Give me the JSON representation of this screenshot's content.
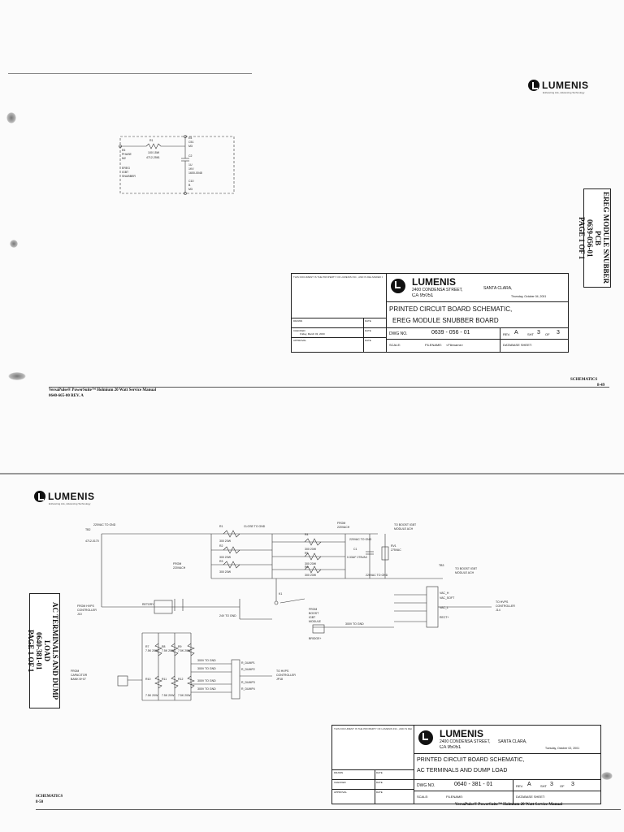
{
  "page1": {
    "logo": {
      "name": "LUMENIS",
      "tagline": "Enhancing Life, Advancing Technology"
    },
    "side_label": {
      "line1": "EREG MODULE SNUBBER PCB",
      "line2": "0639-056-01",
      "line3": "PAGE 1 OF 1"
    },
    "schematic": {
      "labels": [
        "R1",
        "100  15W",
        "4712-2561",
        "E6",
        "PHASE",
        "M2",
        "EREG",
        "IGBT",
        "SNUBBER",
        "E5",
        "C51",
        "M3",
        "C2",
        "1U",
        "1KV",
        "1600-0048",
        "C10",
        "B",
        "M3"
      ]
    },
    "title_block": {
      "notice": "THIS DOCUMENT IS THE PROPERTY OF LUMENIS INC., AND IS DELIVERED ON THE EXPRESS CONDITION THAT IT IS NOT TO BE DISCLOSED, REPRODUCED IN WHOLE OR IN PART, OR USED FOR MANUFACTURE FOR ANYONE OTHER THAN LUMENIS INC. WITHOUT ITS WRITTEN CONSENT, AND THAT NO RIGHT IS GRANTED TO DISCLOSE OR SO USE ANY INFORMATION CONTAINED IN SAID DOCUMENT. THIS RESTRICTION DOES NOT LIMIT THE RIGHT TO USE INFORMATION OBTAINED FROM ANOTHER SOURCE.",
      "company": "LUMENIS",
      "address1": "2400 CONDENSA STREET,",
      "city": "SANTA CLARA,",
      "address2": "CA  95051",
      "date_printed": "Thursday, October 04, 2001",
      "drawn_label": "DRAWN",
      "date_label": "DATE",
      "checked_label": "CHECKED",
      "checked_date": "Friday, March 03, 2000",
      "approval_label": "APPROVAL",
      "title1": "PRINTED CIRCUIT BOARD SCHEMATIC,",
      "title2": "EREG MODULE SNUBBER BOARD",
      "dwg_label": "DWG NO.",
      "dwg_no": "0639 - 056 - 01",
      "rev_label": "REV.",
      "rev": "A",
      "sht_label": "SHT",
      "sht": "3",
      "of_label": "OF",
      "of": "3",
      "scale_label": "SCALE:",
      "filename_label": "FILENAME:",
      "filename": "<Filename>",
      "database_label": "DATABASE SHEET:"
    },
    "footer_left1": "VersaPulse® PowerSuite™ Holmium 20 Watt Service Manual",
    "footer_left2": "0640-665-00  REV. A",
    "footer_right1": "SCHEMATICS",
    "footer_right2": "8-49"
  },
  "page2": {
    "logo": {
      "name": "LUMENIS",
      "tagline": "Enhancing Life, Advancing Technology"
    },
    "side_label": {
      "line1": "AC TERMINALS AND DUMP LOAD",
      "line2": "0640-381-01",
      "line3": "PAGE 1 OF 1"
    },
    "schematic": {
      "labels": [
        "220VAC TO GND",
        "TB2",
        "4712-0170",
        "R1",
        "300 20W",
        "R2",
        "300 20W",
        "R3",
        "300 20W",
        "FROM",
        "220VACH",
        "CLOSE TO GND",
        "R4",
        "300 20W",
        "R5",
        "300 20W",
        "R6",
        "300 20W",
        "FROM",
        "220VACH",
        "TO BOOST IGBT",
        "MODULE ACH",
        "220VAC TO GND",
        "C1",
        "0.33UF 275VAC",
        "RV1",
        "275VAC",
        "220VAC TO GND",
        "TB3",
        "TO BOOST IGBT",
        "MODULE ACH",
        "K1",
        "24V TO GND",
        "RETORY",
        "FROM HVPS",
        "CONTROLLER",
        "J10",
        "TO HVPS",
        "CONTROLLER",
        "J14",
        "VAC_H",
        "VAC_SOFT",
        "VAC_L",
        "RECT+",
        "FROM",
        "BOOST",
        "IGBT",
        "MODULE",
        "BRIDGE+",
        "300V TO GND",
        "R7",
        "7.5K 20W",
        "R8",
        "7.5K 20W",
        "R9",
        "7.5K 20W",
        "R10",
        "7.5K 20W",
        "R11",
        "7.5K 20W",
        "R12",
        "7.5K 20W",
        "FROM",
        "CAPACITOR",
        "BANK  B+07",
        "300V TO GND",
        "R_DUMP1",
        "R_DUMP2",
        "R_DUMP3",
        "R_DUMP4",
        "TO HVPS",
        "CONTROLLER",
        "JP18",
        "300V TO GND",
        "300V TO GND",
        "300V TO GND"
      ]
    },
    "title_block": {
      "notice": "THIS DOCUMENT IS THE PROPERTY OF LUMENIS INC., AND IS DELIVERED ON THE EXPRESS CONDITION THAT IT IS NOT TO BE DISCLOSED, REPRODUCED IN WHOLE OR IN PART, OR USED FOR MANUFACTURE FOR ANYONE OTHER THAN LUMENIS INC. WITHOUT ITS WRITTEN CONSENT, AND THAT NO RIGHT IS GRANTED TO DISCLOSE OR SO USE ANY INFORMATION CONTAINED IN SAID DOCUMENT. THIS RESTRICTION DOES NOT LIMIT THE RIGHT TO USE INFORMATION OBTAINED FROM ANOTHER SOURCE.",
      "company": "LUMENIS",
      "address1": "2400 CONDENSA STREET,",
      "city": "SANTA CLARA,",
      "address2": "CA  95051",
      "date_printed": "Tuesday, October 02, 2001",
      "drawn_label": "DRAWN",
      "date_label": "DATE",
      "checked_label": "CHECKED",
      "approval_label": "APPROVAL",
      "title1": "PRINTED CIRCUIT BOARD SCHEMATIC,",
      "title2": "AC TERMINALS AND DUMP LOAD",
      "dwg_label": "DWG NO.",
      "dwg_no": "0640 - 381 - 01",
      "rev_label": "REV.",
      "rev": "A",
      "sht_label": "SHT",
      "sht": "3",
      "of_label": "OF",
      "of": "3",
      "scale_label": "SCALE:",
      "filename_label": "FILENAME:",
      "database_label": "DATABASE SHEET:"
    },
    "footer_left1": "SCHEMATICS",
    "footer_left2": "8-50",
    "footer_right1": "VersaPulse® PowerSuite™ Holmium 20 Watt Service Manual"
  }
}
